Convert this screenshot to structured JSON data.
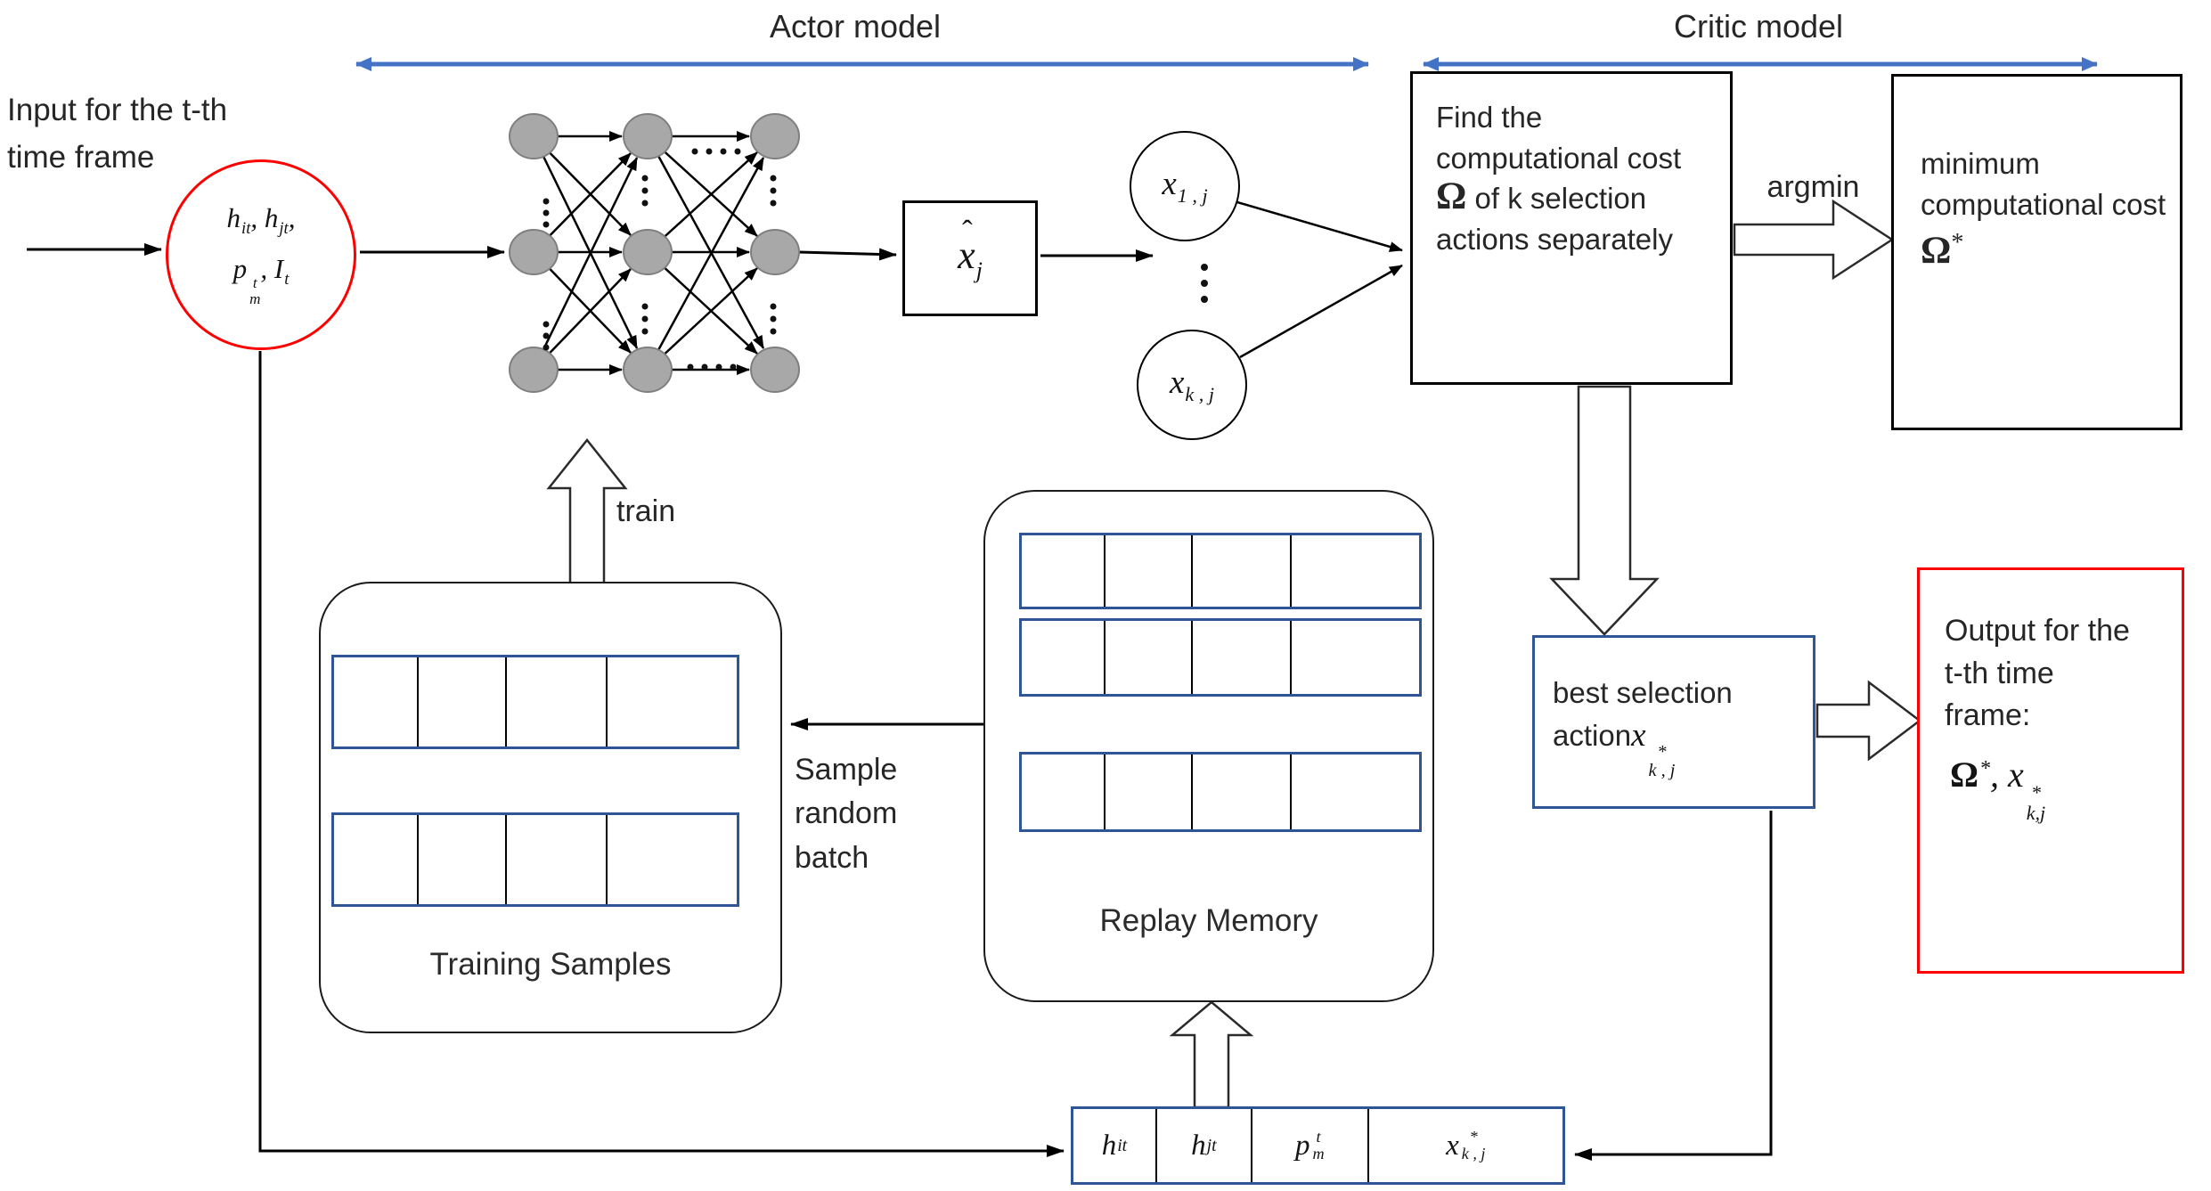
{
  "title": "Actor-Critic computational cost selection diagram",
  "labels": {
    "input_caption": "Input for the t-th time frame",
    "actor_model": "Actor model",
    "critic_model": "Critic model",
    "argmin": "argmin",
    "train": "train",
    "sample_random_batch": "Sample random batch",
    "training_samples": "Training Samples",
    "replay_memory": "Replay Memory"
  },
  "critic_box": {
    "before": "Find the computational cost ",
    "omega": "Ω",
    "after": " of k selection actions separately"
  },
  "minimum_box": {
    "before": "minimum computational cost ",
    "omega": "Ω",
    "star": "*"
  },
  "best_box": {
    "label": "best selection action",
    "math": [
      {
        "t": "x",
        "stack": {
          "sup": "*",
          "sub": "k , j"
        }
      }
    ]
  },
  "output_box": {
    "caption": "Output for the t-th time frame:",
    "math": [
      {
        "b": "Ω",
        "sup": "*"
      },
      {
        "t": ", "
      },
      {
        "t": "x",
        "stack": {
          "sup": "*",
          "sub": "k,j"
        }
      }
    ]
  },
  "input_circle": {
    "line1": [
      {
        "t": "h",
        "sub": "it"
      },
      {
        "t": ", "
      },
      {
        "t": "h",
        "sub": "jt"
      },
      {
        "t": ","
      }
    ],
    "line2": [
      {
        "t": "p",
        "stack": {
          "sup": "t",
          "sub": "m"
        }
      },
      {
        "t": ", "
      },
      {
        "t": "I",
        "sub": "t"
      }
    ]
  },
  "xhat_box": {
    "math": [
      {
        "hat": "x",
        "sub": "j"
      }
    ]
  },
  "action_circles": {
    "top": [
      {
        "t": "x",
        "sub": "1 , j"
      }
    ],
    "bottom": [
      {
        "t": "x",
        "sub": "k , j"
      }
    ]
  },
  "experience_table": {
    "cells": [
      [
        {
          "t": "h",
          "sub": "it"
        }
      ],
      [
        {
          "t": "h",
          "sub": "jt"
        }
      ],
      [
        {
          "t": "p",
          "stack": {
            "sup": "t",
            "sub": "m"
          }
        }
      ],
      [
        {
          "t": "x",
          "stack": {
            "sup": "*",
            "sub": "k , j"
          }
        }
      ]
    ]
  },
  "colors": {
    "accent_blue": "#2F5597",
    "arrow_blue": "#4472C4",
    "red": "#FF0000",
    "node_gray": "#A8A8A8",
    "line_black": "#000000"
  }
}
